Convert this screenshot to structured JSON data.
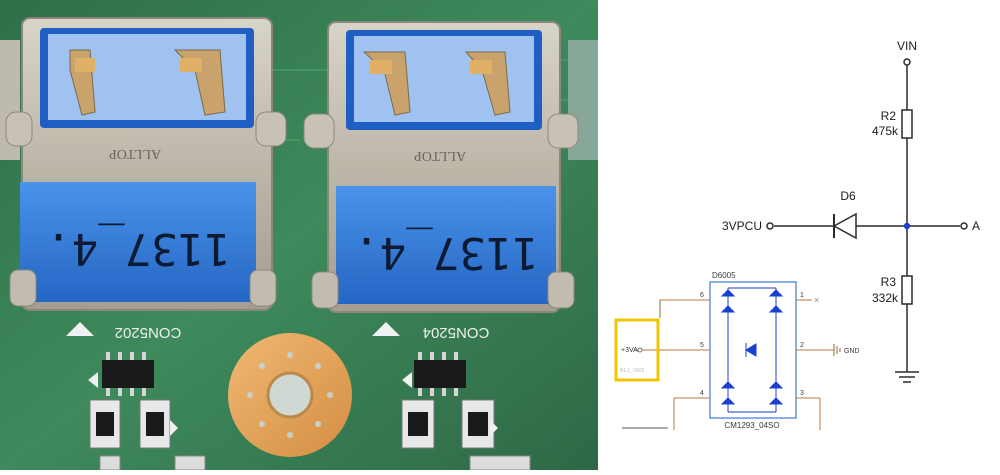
{
  "photo": {
    "left_port": {
      "brand": "ALLTOP",
      "tag": "1137_4.",
      "ref": "CON5202"
    },
    "right_port": {
      "brand": "ALLTOP",
      "tag": "1137_4.",
      "ref": "CON5204"
    }
  },
  "schematic": {
    "vin": "VIN",
    "r2_name": "R2",
    "r2_value": "475k",
    "diode": "D6",
    "input": "3VPCU",
    "node": "A",
    "r3_name": "R3",
    "r3_value": "332k"
  },
  "chip": {
    "part": "D6005",
    "part_number": "CM1293_04SO",
    "net": "+3VA",
    "pins": [
      "6",
      "1",
      "5",
      "2",
      "4",
      "3"
    ],
    "gnd": "GND",
    "small": "B1.1_0603"
  },
  "colors": {
    "pcb": "#3e8a5c",
    "label_blue": "#2f78d6",
    "highlight": "#f2c300",
    "wire": "#2b2b2b",
    "node": "#1a3fd0"
  }
}
